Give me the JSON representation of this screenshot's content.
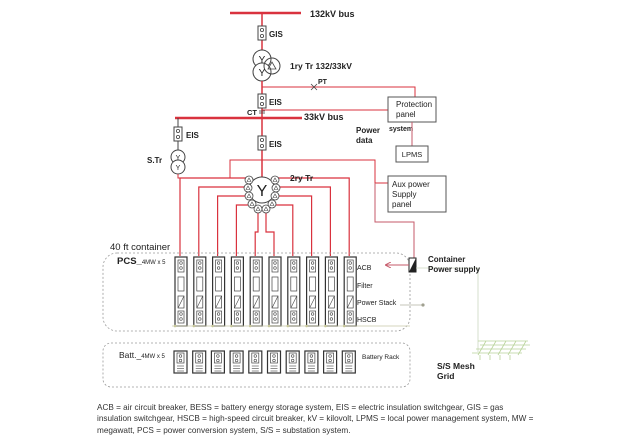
{
  "colors": {
    "power_line": "#d9323e",
    "signal_line": "#c65a6a",
    "equipment": "#333333",
    "container_border": "#9a9a9a",
    "ground": "#b9d39a"
  },
  "labels": {
    "bus_132": "132kV bus",
    "gis": "GIS",
    "tr_primary": "1ry Tr 132/33kV",
    "pt": "PT",
    "eis_main": "EIS",
    "ct": "CT",
    "bus_33": "33kV bus",
    "protection_panel_line1": "Protection",
    "protection_panel_line2": "panel",
    "system": "system",
    "power_data_line1": "Power",
    "power_data_line2": "data",
    "lpms": "LPMS",
    "eis_aux": "EIS",
    "str": "S.Tr",
    "eis_tr2": "EIS",
    "tr_secondary": "2ry Tr",
    "aux_panel_line1": "Aux power",
    "aux_panel_line2": "Supply",
    "aux_panel_line3": "panel",
    "container": "40 ft container",
    "pcs": "PCS_",
    "pcs_rating": "4MW x 5",
    "acb": "ACB",
    "filter": "Filter",
    "power_stack": "Power Stack",
    "hscb": "HSCB",
    "container_ps_line1": "Container",
    "container_ps_line2": "Power supply",
    "batt": "Batt._",
    "batt_rating": "4MW x 5",
    "battery_rack": "Battery Rack",
    "mesh_line1": "S/S Mesh",
    "mesh_line2": "Grid"
  },
  "pcs_units": 10,
  "battery_racks": 10,
  "caption": "ACB = air circuit breaker, BESS = battery energy storage system, EIS = electric insulation switchgear, GIS = gas insulation switchgear, HSCB = high-speed circuit breaker, kV = kilovolt, LPMS = local power management system, MW = megawatt, PCS = power conversion system, S/S = substation system."
}
